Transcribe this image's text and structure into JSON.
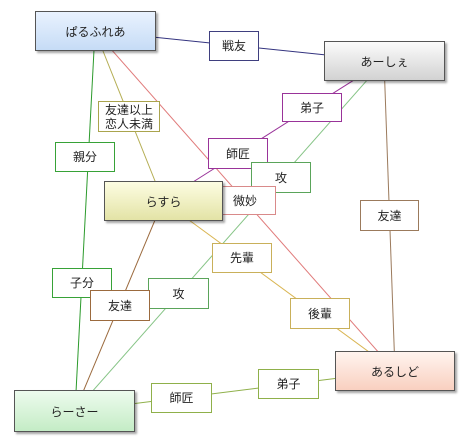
{
  "nodes": {
    "palu": "ぱるふれあ",
    "ashe": "あーしぇ",
    "rasura": "らすら",
    "arushi": "あるしど",
    "rasa": "らーさー"
  },
  "labels": {
    "senyu": "戦友",
    "deshi_ashe": "弟子",
    "yujo_line1": "友達以上",
    "yujo_line2": "恋人未満",
    "oyabun": "親分",
    "shisho_rasura": "師匠",
    "seme_rasura": "攻",
    "bimyo": "微妙",
    "tomodachi_ashe": "友達",
    "senpai": "先輩",
    "kobun": "子分",
    "seme_rasa": "攻",
    "tomodachi_rasa": "友達",
    "kohai": "後輩",
    "deshi_arushi": "弟子",
    "shisho_rasa": "師匠"
  },
  "colors": {
    "senyu": "#33337f",
    "palu_arushi": "#e07a7a",
    "palu_rasura": "#b5ae55",
    "palu_rasa": "#2c9a2c",
    "ashe_rasura": "#993399",
    "ashe_rasa": "#86c486",
    "ashe_arushi": "#9b7a5c",
    "rasura_arushi": "#d9b552",
    "rasura_rasa": "#9b6a3e",
    "arushi_rasa": "#8fb04a"
  },
  "connectors": [
    {
      "from": "palu",
      "to": "ashe",
      "color": "senyu"
    },
    {
      "from": "palu",
      "to": "arushi",
      "color": "palu_arushi"
    },
    {
      "from": "palu",
      "to": "rasura",
      "color": "palu_rasura"
    },
    {
      "from": "palu",
      "to": "rasa",
      "color": "palu_rasa"
    },
    {
      "from": "ashe",
      "to": "rasura",
      "color": "ashe_rasura"
    },
    {
      "from": "ashe",
      "to": "rasa",
      "color": "ashe_rasa"
    },
    {
      "from": "ashe",
      "to": "arushi",
      "color": "ashe_arushi"
    },
    {
      "from": "rasura",
      "to": "arushi",
      "color": "rasura_arushi"
    },
    {
      "from": "rasura",
      "to": "rasa",
      "color": "rasura_rasa"
    },
    {
      "from": "arushi",
      "to": "rasa",
      "color": "arushi_rasa"
    }
  ]
}
